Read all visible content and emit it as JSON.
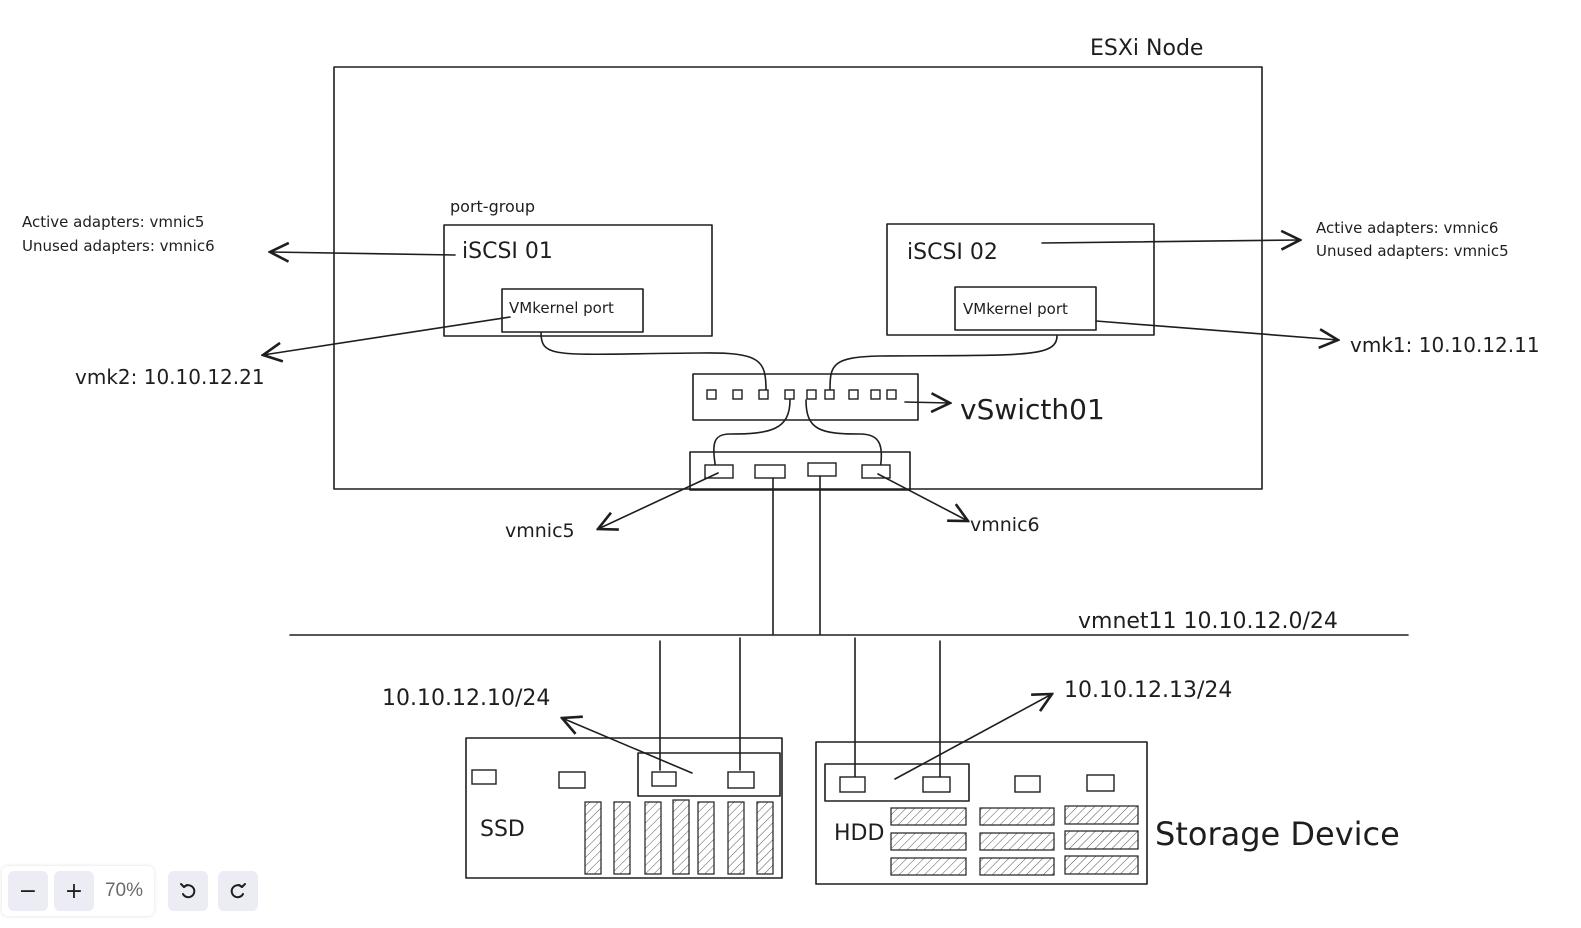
{
  "diagram": {
    "node_title": "ESXi Node",
    "port_group_label": "port-group",
    "iscsi1": {
      "title": "iSCSI 01",
      "vmk_label": "VMkernel port"
    },
    "iscsi2": {
      "title": "iSCSI 02",
      "vmk_label": "VMkernel port"
    },
    "left_adapters": {
      "line1": "Active adapters: vmnic5",
      "line2": "Unused adapters: vmnic6"
    },
    "right_adapters": {
      "line1": "Active adapters: vmnic6",
      "line2": "Unused adapters: vmnic5"
    },
    "vmk2": "vmk2: 10.10.12.21",
    "vmk1": "vmk1: 10.10.12.11",
    "vswitch": "vSwicth01",
    "vmnic5": "vmnic5",
    "vmnic6": "vmnic6",
    "network": "vmnet11 10.10.12.0/24",
    "ssd_ip": "10.10.12.10/24",
    "hdd_ip": "10.10.12.13/24",
    "ssd_label": "SSD",
    "hdd_label": "HDD",
    "storage_label": "Storage Device"
  },
  "toolbar": {
    "zoom_out": "−",
    "zoom_in": "+",
    "zoom_level": "70%",
    "undo_icon": "undo-icon",
    "redo_icon": "redo-icon"
  }
}
